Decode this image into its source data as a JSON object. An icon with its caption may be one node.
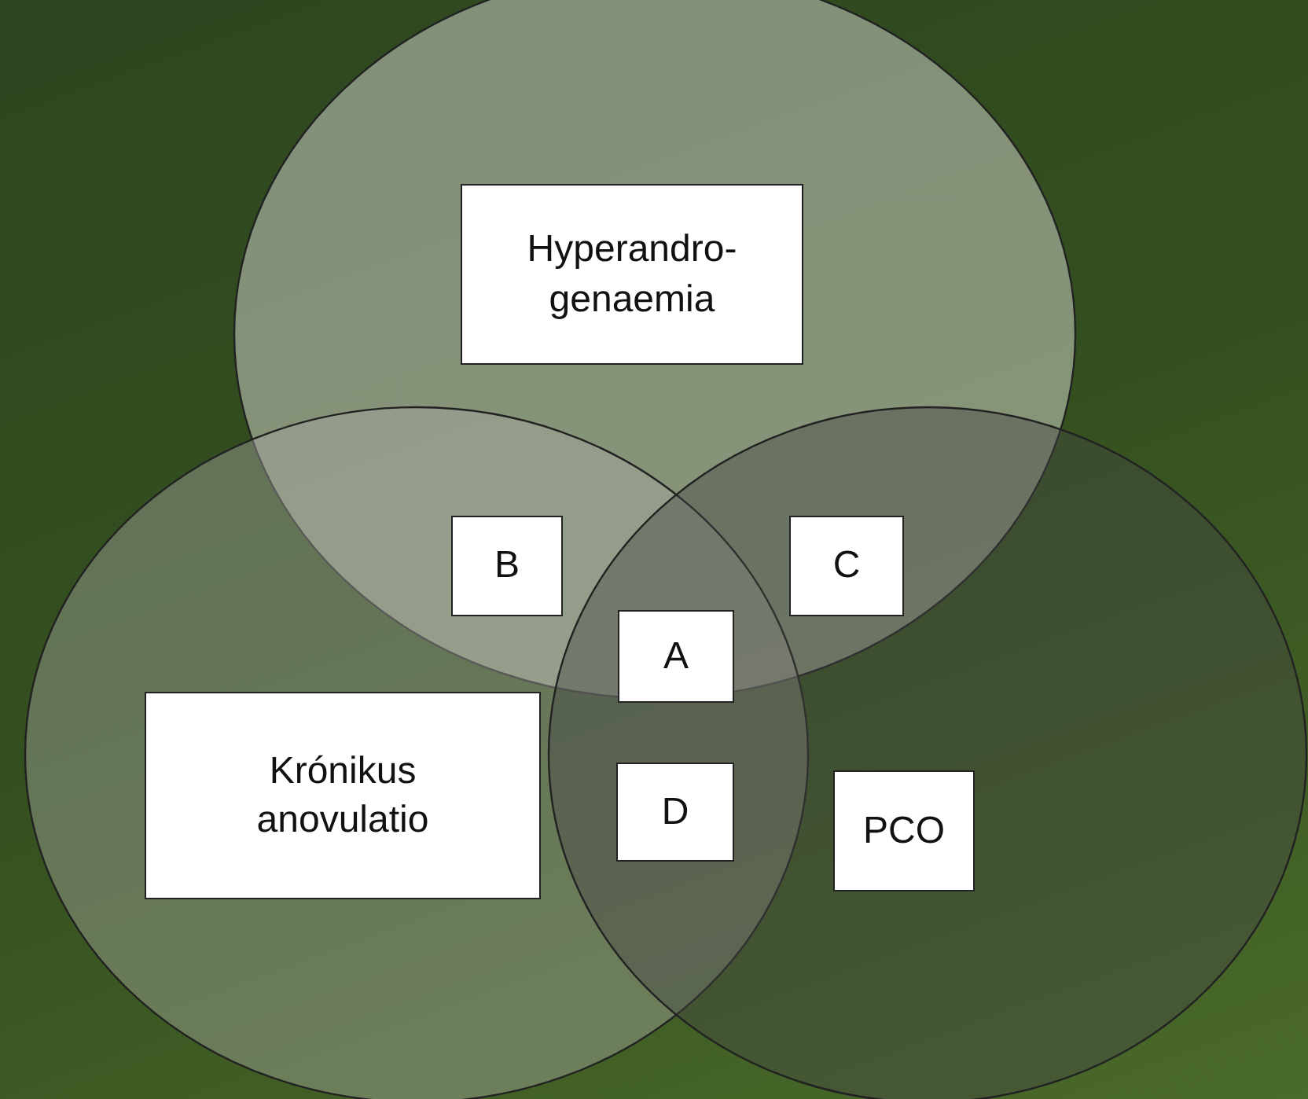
{
  "diagram": {
    "nodes": [
      {
        "text": [],
        "shape": "circle"
      },
      {
        "text": [
          "Hyperandro- genaemia"
        ],
        "in": 0
      },
      {
        "text": [
          "B"
        ]
      },
      {
        "text": [
          "C"
        ]
      },
      {
        "text": [
          "A"
        ]
      },
      {
        "text": [],
        "shape": "circle"
      },
      {
        "text": [
          "Krónikus anovulatio"
        ],
        "in": 5
      },
      {
        "text": [
          "D"
        ]
      },
      {
        "text": [],
        "shape": "circle"
      },
      {
        "text": [
          "PCO"
        ],
        "in": 8
      }
    ]
  }
}
